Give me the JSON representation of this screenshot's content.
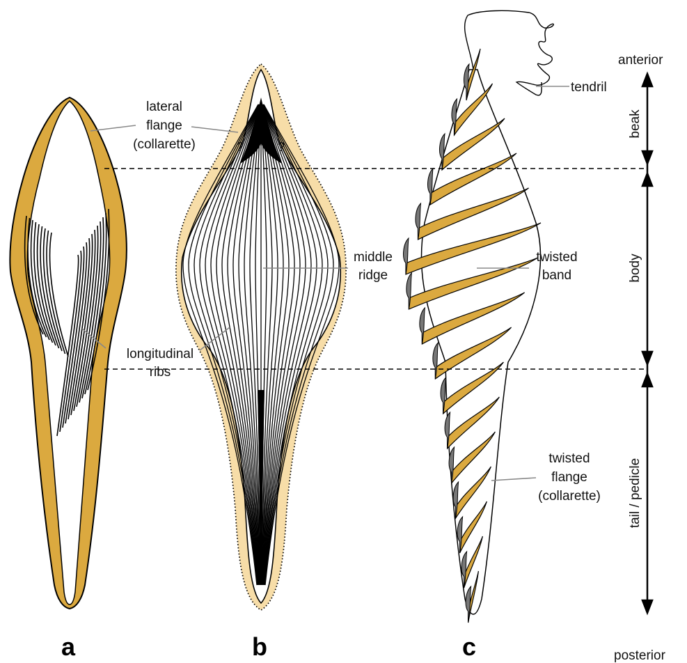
{
  "colors": {
    "flange": "#DBA93F",
    "flange_light": "#F7DDA8",
    "flange_dark": "#777777",
    "outline": "#000000",
    "leader": "#888888"
  },
  "panels": {
    "a": "a",
    "b": "b",
    "c": "c"
  },
  "labels": {
    "lateral_flange": [
      "lateral",
      "flange",
      "(collarette)"
    ],
    "longitudinal_ribs": [
      "longitudinal",
      "ribs"
    ],
    "middle_ridge": [
      "middle",
      "ridge"
    ],
    "twisted_band": [
      "twisted",
      "band"
    ],
    "twisted_flange": [
      "twisted",
      "flange",
      "(collarette)"
    ],
    "tendril": "tendril",
    "question_mark": "?"
  },
  "axis": {
    "anterior": "anterior",
    "posterior": "posterior",
    "regions": [
      "beak",
      "body",
      "tail / pedicle"
    ]
  }
}
